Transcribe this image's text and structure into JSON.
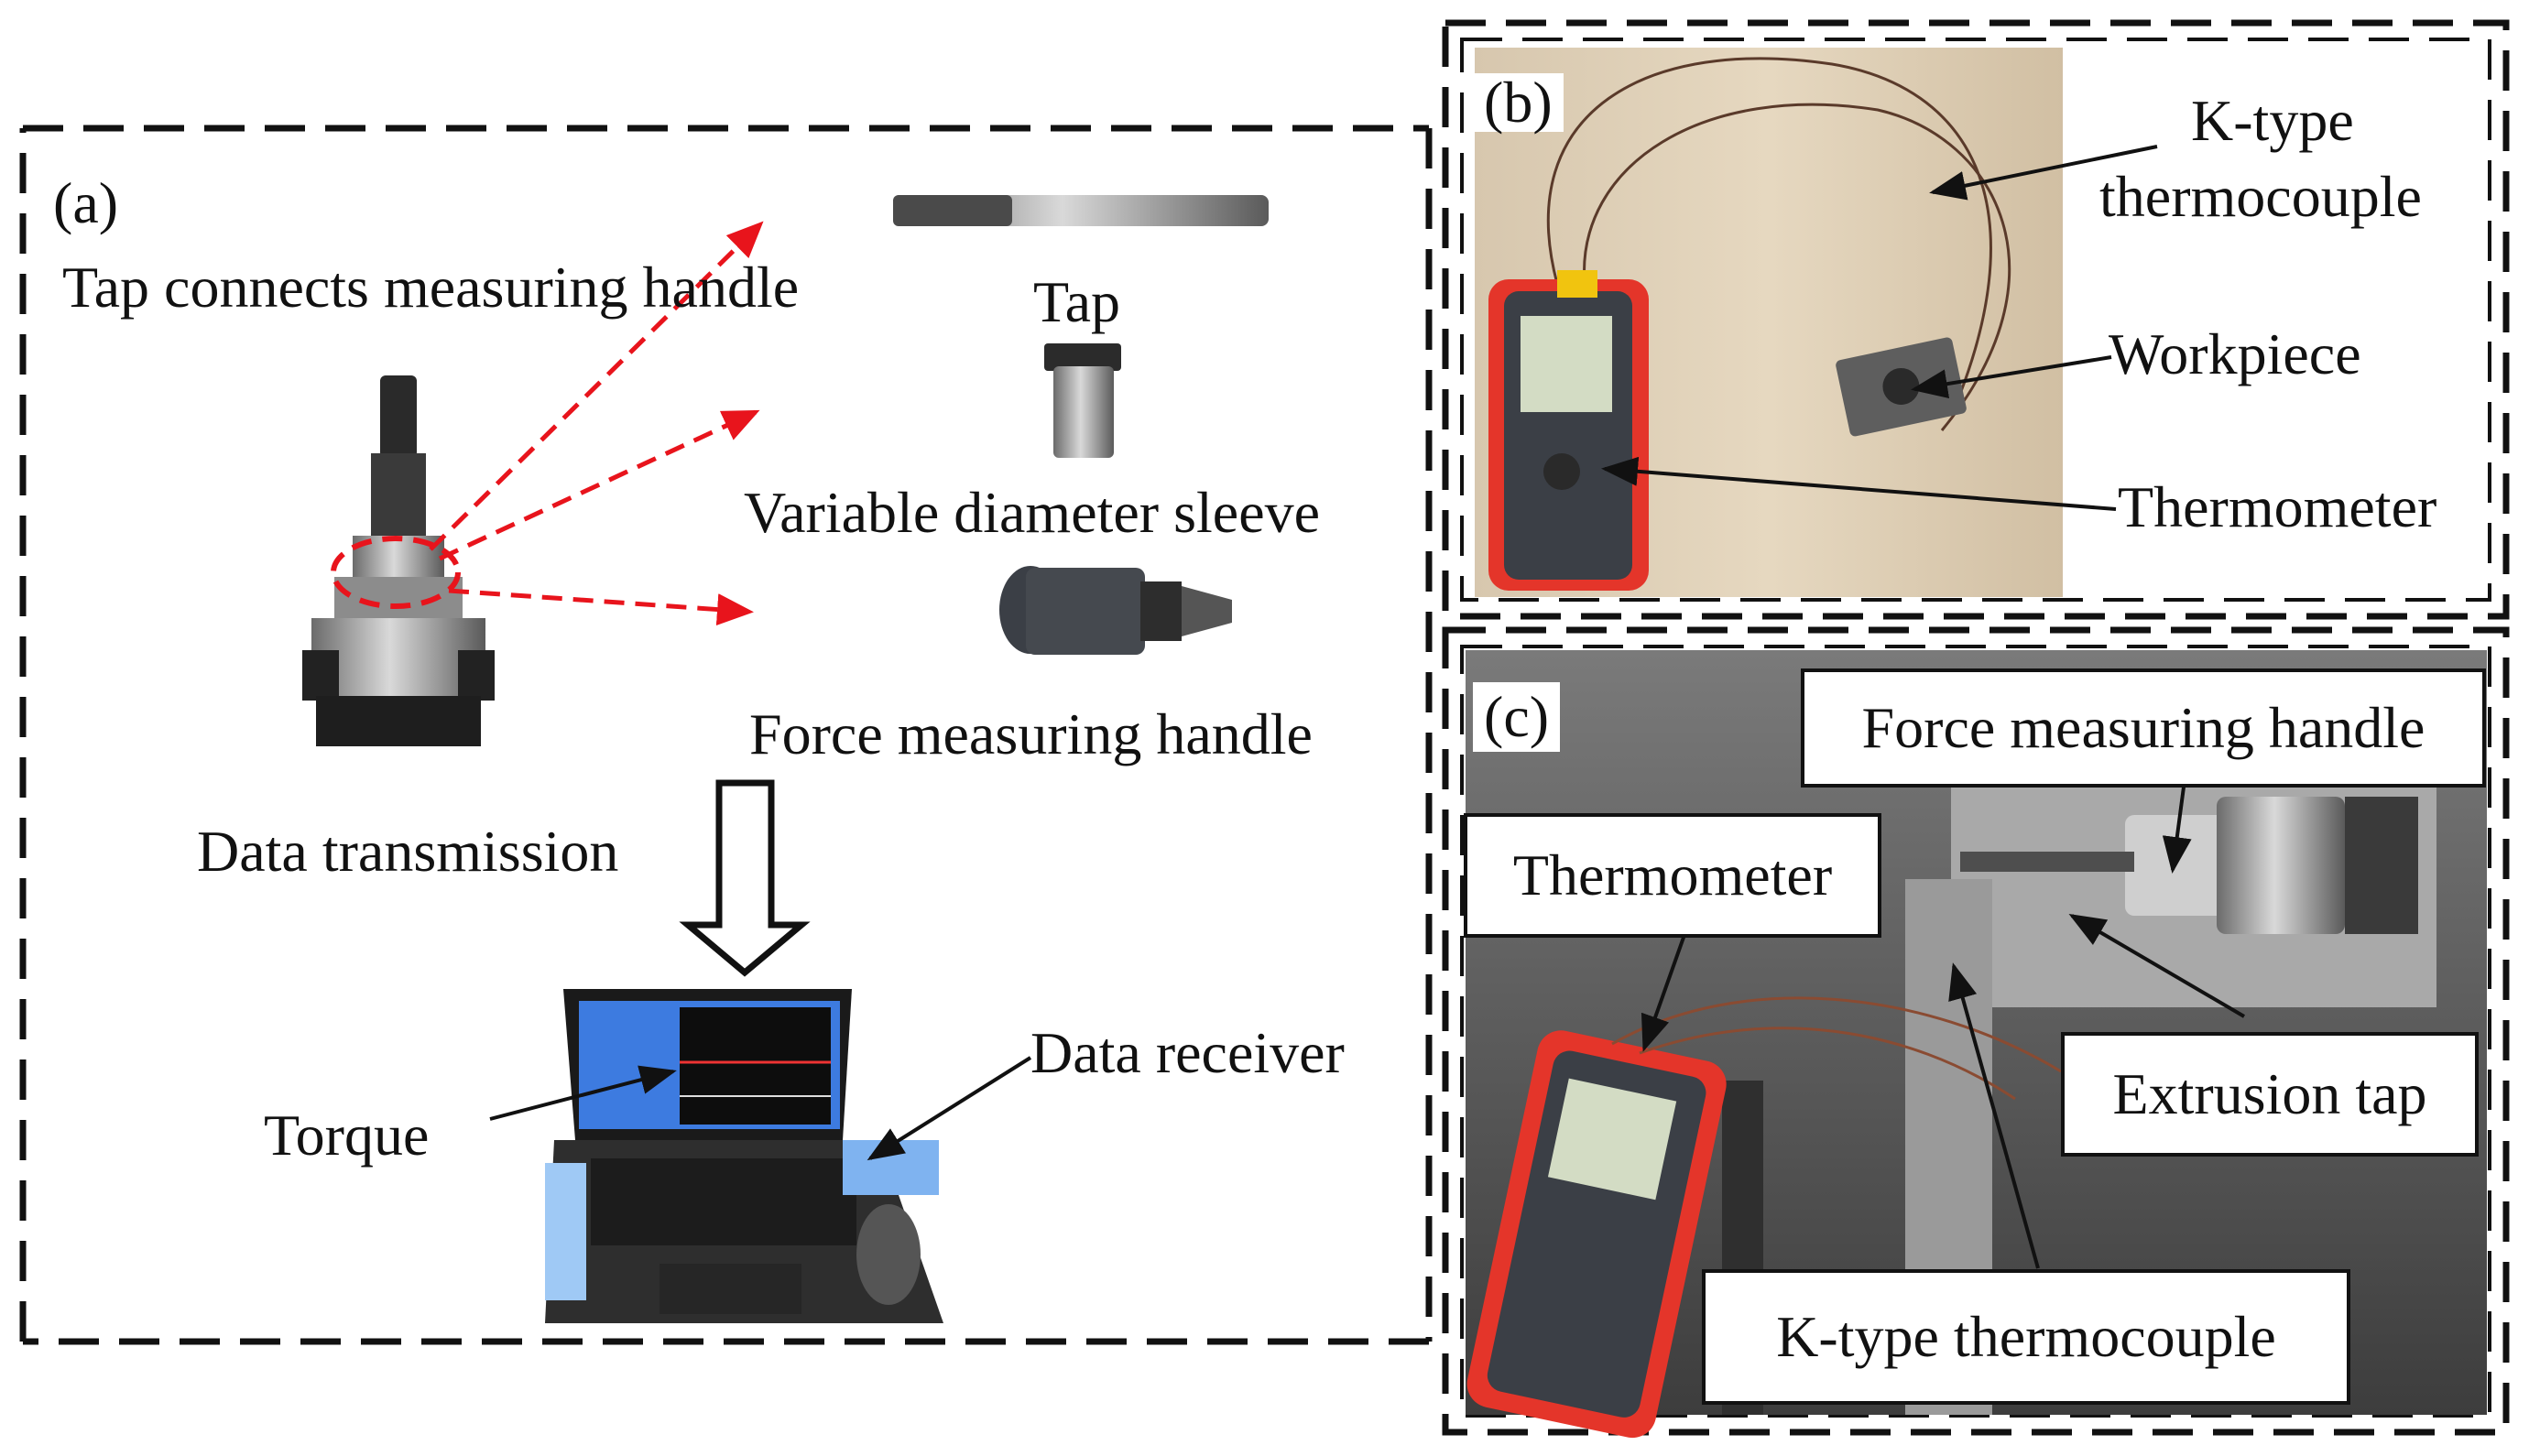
{
  "panels": {
    "a": {
      "tag": "(a)",
      "title": "Tap connects measuring handle",
      "tap": "Tap",
      "sleeve": "Variable diameter sleeve",
      "handle": "Force measuring handle",
      "transmission": "Data transmission",
      "receiver": "Data receiver",
      "torque": "Torque"
    },
    "b": {
      "tag": "(b)",
      "thermocouple_line1": "K-type",
      "thermocouple_line2": "thermocouple",
      "workpiece": "Workpiece",
      "thermometer": "Thermometer"
    },
    "c": {
      "tag": "(c)",
      "handle": "Force measuring handle",
      "thermometer": "Thermometer",
      "extrusion_tap": "Extrusion tap",
      "thermocouple": "K-type thermocouple"
    }
  },
  "colors": {
    "ink": "#111111",
    "red_dash": "#e8141c",
    "thermometer_red": "#e4352a"
  }
}
